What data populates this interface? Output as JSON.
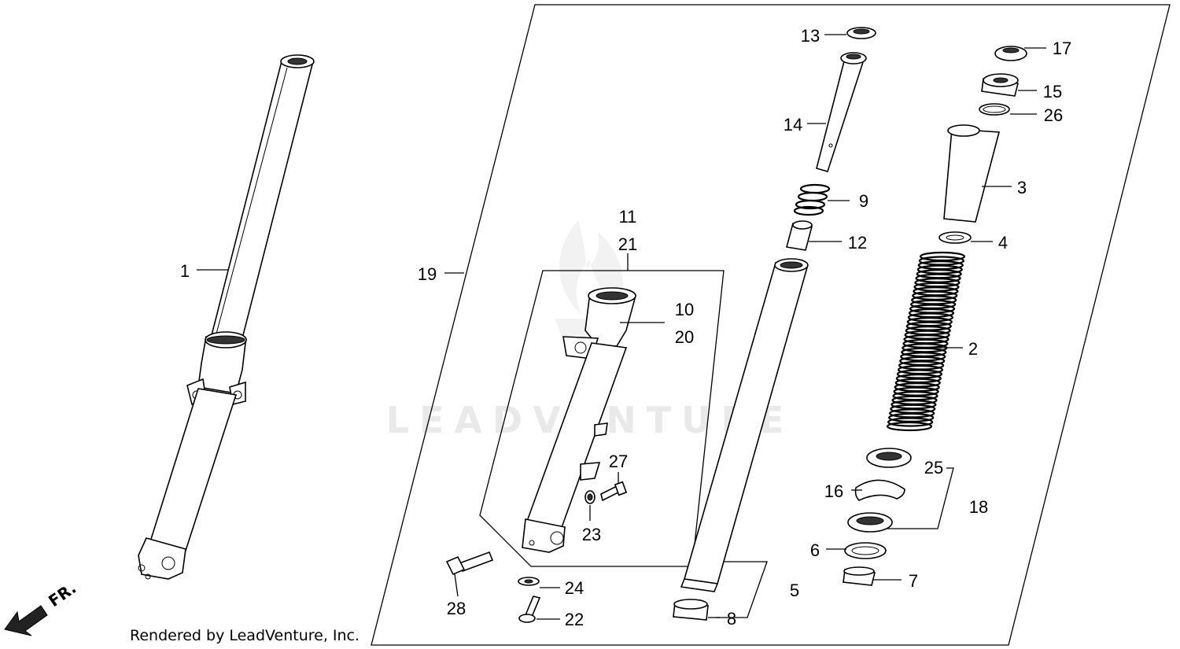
{
  "diagram": {
    "watermark": "LEADVENTURE",
    "credit": "Rendered by LeadVenture, Inc.",
    "direction_label": "FR.",
    "callouts": [
      "1",
      "2",
      "3",
      "4",
      "5",
      "6",
      "7",
      "8",
      "9",
      "10",
      "11",
      "12",
      "13",
      "14",
      "15",
      "16",
      "17",
      "18",
      "19",
      "20",
      "21",
      "22",
      "23",
      "24",
      "25",
      "26",
      "27",
      "28"
    ]
  }
}
